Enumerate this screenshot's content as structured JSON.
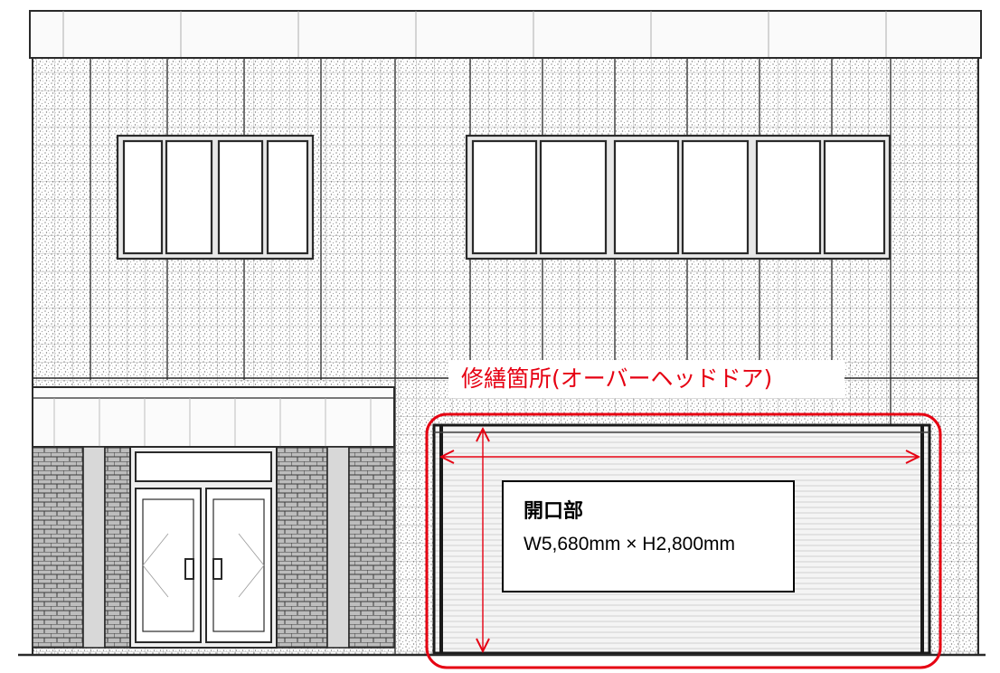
{
  "annotation": {
    "repair_location_label": "修繕箇所(オーバーヘッドドア)",
    "opening_label": "開口部",
    "opening_dimensions": "W5,680mm × H2,800mm"
  },
  "colors": {
    "annotation": "#e60012",
    "pencil": "#2a2a2a",
    "wall_texture": "#9a9a9a",
    "paper": "#ffffff"
  },
  "icons": {
    "width_arrow": "double-headed-horizontal-arrow",
    "height_arrow": "double-headed-vertical-arrow"
  }
}
